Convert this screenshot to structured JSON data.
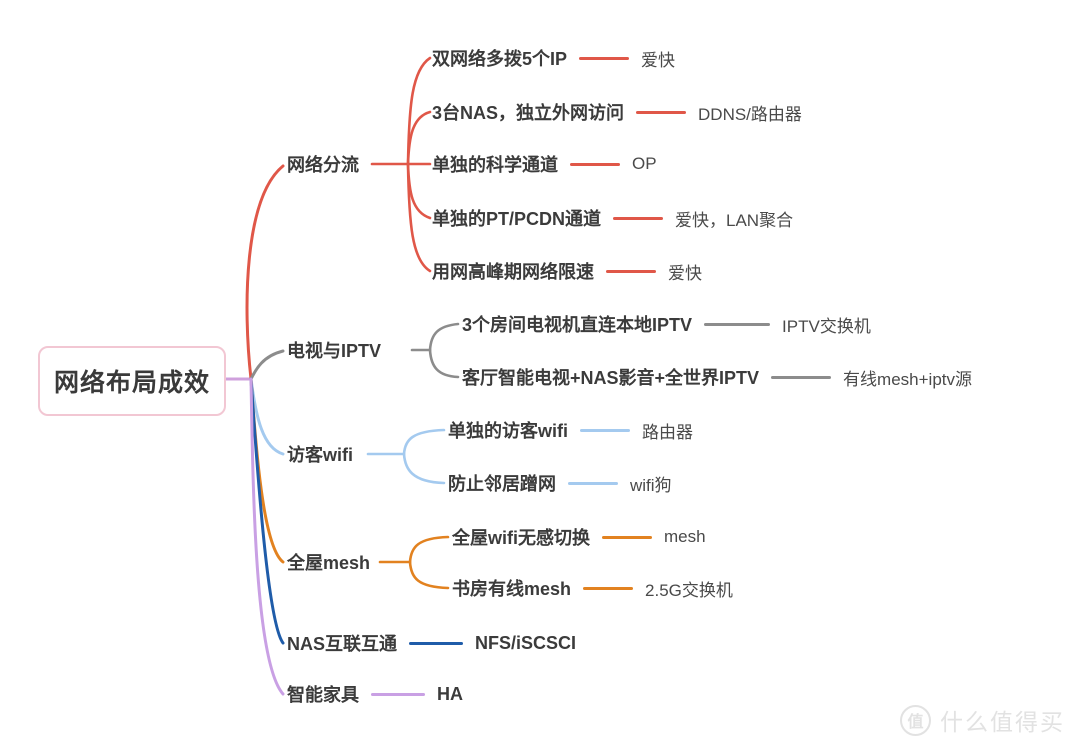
{
  "root": {
    "label": "网络布局成效",
    "border_color": "#f2c7d3",
    "connector_color": "#cfa0dc"
  },
  "branches": [
    {
      "label": "网络分流",
      "color": "#e05748",
      "children": [
        {
          "label": "双网络多拨5个IP",
          "leaf": "爱快"
        },
        {
          "label": "3台NAS，独立外网访问",
          "leaf": "DDNS/路由器"
        },
        {
          "label": "单独的科学通道",
          "leaf": "OP"
        },
        {
          "label": "单独的PT/PCDN通道",
          "leaf": "爱快，LAN聚合"
        },
        {
          "label": "用网高峰期网络限速",
          "leaf": "爱快"
        }
      ]
    },
    {
      "label": "电视与IPTV",
      "color": "#8c8c8c",
      "children": [
        {
          "label": "3个房间电视机直连本地IPTV",
          "leaf": "IPTV交换机"
        },
        {
          "label": "客厅智能电视+NAS影音+全世界IPTV",
          "leaf": "有线mesh+iptv源"
        }
      ]
    },
    {
      "label": "访客wifi",
      "color": "#a4caef",
      "children": [
        {
          "label": "单独的访客wifi",
          "leaf": "路由器"
        },
        {
          "label": "防止邻居蹭网",
          "leaf": "wifi狗"
        }
      ]
    },
    {
      "label": "全屋mesh",
      "color": "#e28220",
      "children": [
        {
          "label": "全屋wifi无感切换",
          "leaf": "mesh"
        },
        {
          "label": "书房有线mesh",
          "leaf": "2.5G交换机"
        }
      ]
    },
    {
      "label": "NAS互联互通",
      "color": "#1f5ca9",
      "value": "NFS/iSCSCI"
    },
    {
      "label": "智能家具",
      "color": "#c9a0e4",
      "value": "HA"
    }
  ],
  "watermark": {
    "badge": "值",
    "text": "什么值得买"
  }
}
